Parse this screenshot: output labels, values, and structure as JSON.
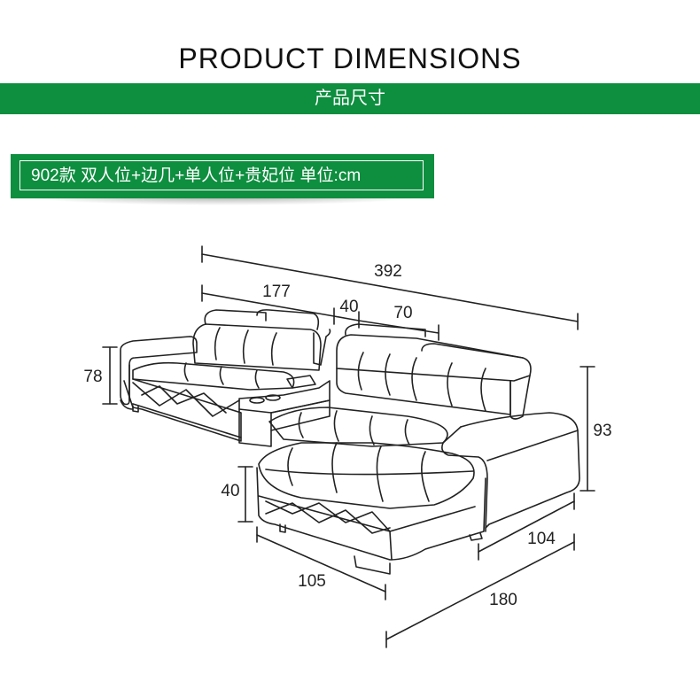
{
  "header": {
    "title": "PRODUCT DIMENSIONS",
    "subtitle": "产品尺寸"
  },
  "spec": {
    "label": "902款 双人位+边几+单人位+贵妃位 单位:cm"
  },
  "dimensions": {
    "total_length": "392",
    "two_seat_length": "177",
    "side_table_width": "40",
    "single_seat_width": "70",
    "seat_height": "78",
    "chaise_height": "40",
    "total_height": "93",
    "chaise_width": "105",
    "chaise_depth": "104",
    "chaise_length": "180"
  },
  "colors": {
    "banner_green": "#0e8e3f",
    "line": "#222222"
  }
}
